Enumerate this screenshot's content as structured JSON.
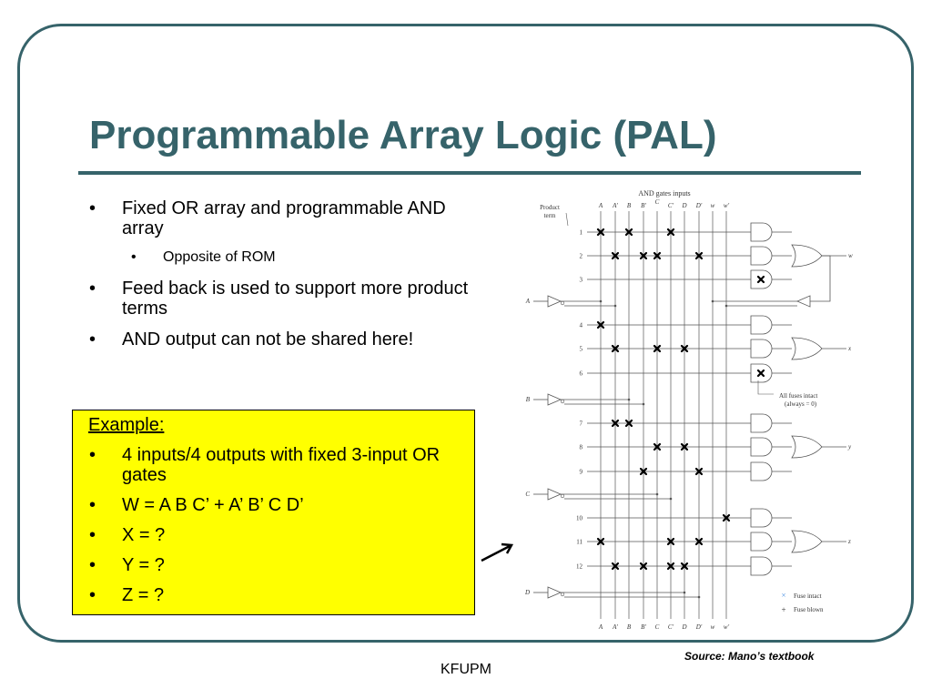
{
  "slide": {
    "title": "Programmable Array Logic (PAL)",
    "bullets": [
      "Fixed OR array and programmable AND array",
      "Opposite of ROM",
      "Feed back is used to support more product terms",
      "AND output can not be shared here!"
    ],
    "example": {
      "heading": "Example:",
      "items": [
        "4 inputs/4 outputs with fixed 3-input OR gates",
        "W = A B C’ + A’ B’ C D’",
        "X = ?",
        "Y = ?",
        "Z = ?"
      ]
    },
    "source": "Source: Mano’s textbook",
    "footer": "KFUPM"
  },
  "colors": {
    "accent": "#36636a",
    "example_bg": "#ffff00",
    "fuse_intact": "#4a90e2"
  },
  "diagram": {
    "header": "AND gates inputs",
    "product_term_label": "Product term",
    "column_labels": [
      "A",
      "A'",
      "B",
      "B'",
      "C",
      "C'",
      "D",
      "D'",
      "w",
      "w'"
    ],
    "row_numbers": [
      "1",
      "2",
      "3",
      "4",
      "5",
      "6",
      "7",
      "8",
      "9",
      "10",
      "11",
      "12"
    ],
    "input_labels": [
      "A",
      "B",
      "C",
      "D"
    ],
    "output_labels": [
      "w",
      "x",
      "y",
      "z"
    ],
    "note_line1": "All fuses intact",
    "note_line2": "(always = 0)",
    "legend_intact_symbol": "×",
    "legend_intact": "Fuse intact",
    "legend_blown_symbol": "+",
    "legend_blown": "Fuse blown",
    "fuses_marked": [
      [
        "1",
        "A"
      ],
      [
        "1",
        "B"
      ],
      [
        "1",
        "C'"
      ],
      [
        "2",
        "A'"
      ],
      [
        "2",
        "B'"
      ],
      [
        "2",
        "C"
      ],
      [
        "2",
        "D'"
      ],
      [
        "4",
        "A"
      ],
      [
        "5",
        "A'"
      ],
      [
        "5",
        "C"
      ],
      [
        "5",
        "D"
      ],
      [
        "7",
        "A'"
      ],
      [
        "7",
        "B"
      ],
      [
        "8",
        "C"
      ],
      [
        "8",
        "D"
      ],
      [
        "9",
        "B'"
      ],
      [
        "9",
        "D'"
      ],
      [
        "10",
        "w'"
      ],
      [
        "11",
        "A"
      ],
      [
        "11",
        "C'"
      ],
      [
        "11",
        "D'"
      ],
      [
        "12",
        "A'"
      ],
      [
        "12",
        "B'"
      ],
      [
        "12",
        "C'"
      ],
      [
        "12",
        "D"
      ]
    ],
    "fuses_intact_rows": [
      "3",
      "6"
    ]
  }
}
